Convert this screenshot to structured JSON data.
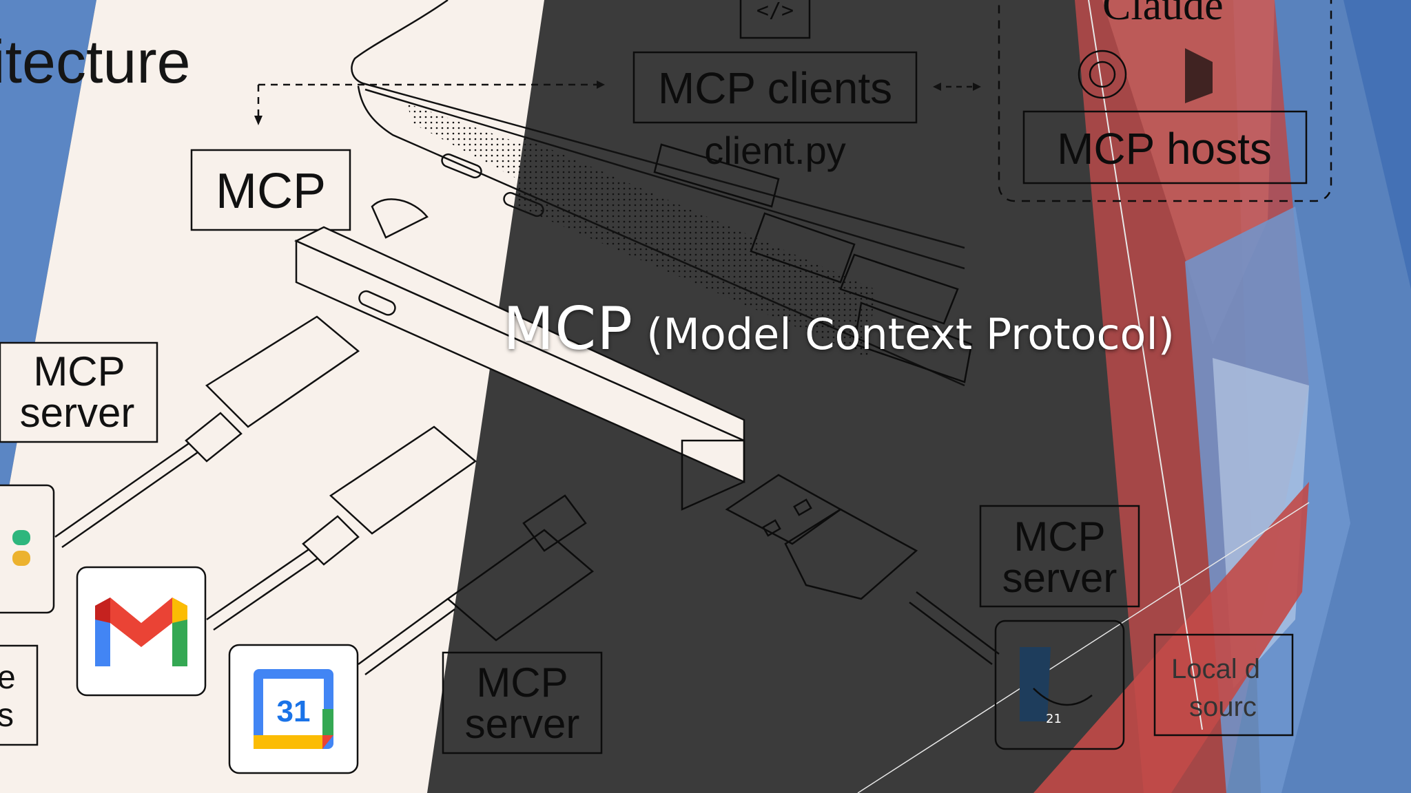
{
  "slide": {
    "title_main": "MCP",
    "title_sub": "(Model Context Protocol)",
    "page_number": "21"
  },
  "diagram": {
    "heading_partial": "itecture",
    "mcp_box": "MCP",
    "clients_label": "MCP clients",
    "clients_file": "client.py",
    "hosts_label": "MCP hosts",
    "hosts_brand": "Claude",
    "server_label_line1": "MCP",
    "server_label_line2": "server",
    "calendar_day": "31",
    "local_source_line1": "Local d",
    "local_source_line2": "sourc",
    "left_partial_line1": "e",
    "left_partial_line2": "s",
    "left_server_line1": "MCP",
    "left_server_line2": "server",
    "code_glyph": "</>"
  },
  "colors": {
    "cream_panel": "#f8f1eb",
    "dark_overlay": "#3b3b3b",
    "blue_accent": "#5b86c4",
    "red_accent": "#c0504d",
    "line_dark": "#111111"
  }
}
